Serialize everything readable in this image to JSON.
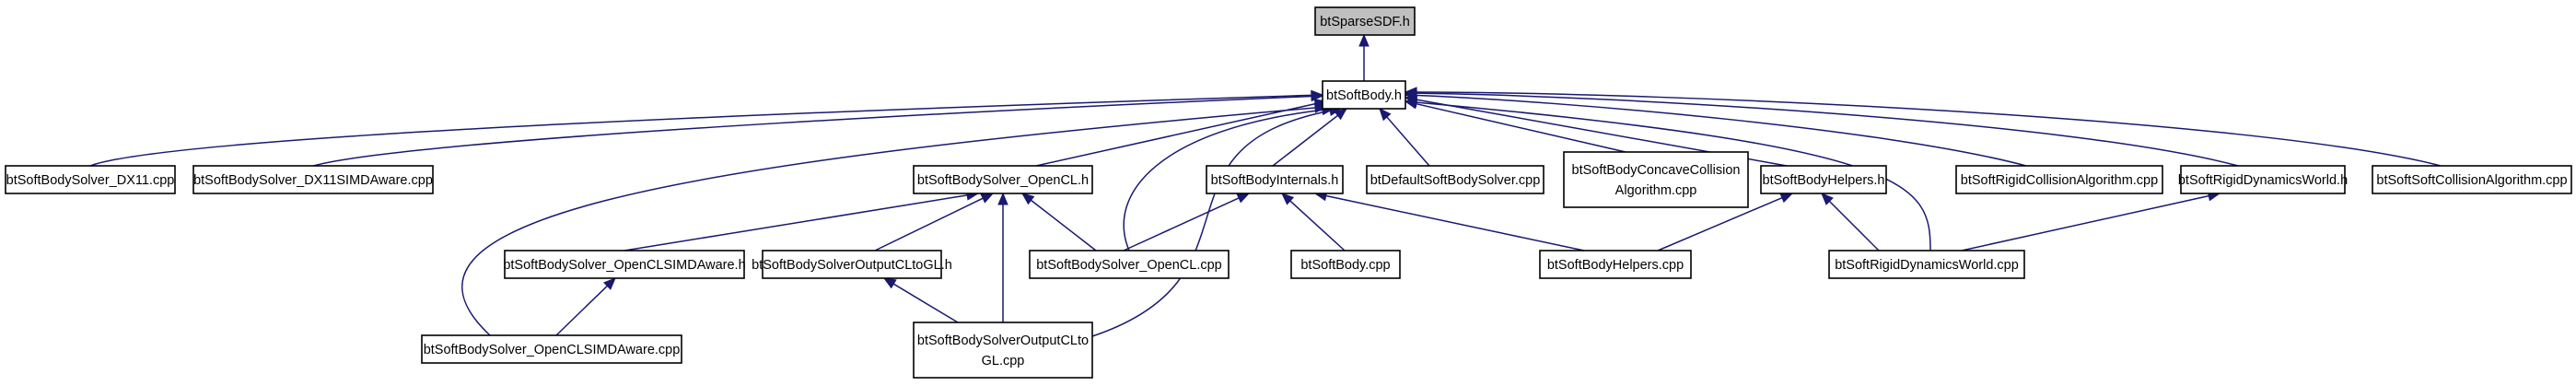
{
  "nodes": {
    "sparsesdf": "btSparseSDF.h",
    "softbody_h": "btSoftBody.h",
    "dx11": "btSoftBodySolver_DX11.cpp",
    "dx11simd": "btSoftBodySolver_DX11SIMDAware.cpp",
    "opencl_h": "btSoftBodySolver_OpenCL.h",
    "internals": "btSoftBodyInternals.h",
    "defaultsolver": "btDefaultSoftBodySolver.cpp",
    "concave": [
      "btSoftBodyConcaveCollision",
      "Algorithm.cpp"
    ],
    "helpers_h": "btSoftBodyHelpers.h",
    "rigidcoll": "btSoftRigidCollisionAlgorithm.cpp",
    "rigidworld_h": "btSoftRigidDynamicsWorld.h",
    "softcoll": "btSoftSoftCollisionAlgorithm.cpp",
    "openclsimd_h": "btSoftBodySolver_OpenCLSIMDAware.h",
    "outputgl_h": "btSoftBodySolverOutputCLtoGL.h",
    "opencl_cpp": "btSoftBodySolver_OpenCL.cpp",
    "softbody_cpp": "btSoftBody.cpp",
    "helpers_cpp": "btSoftBodyHelpers.cpp",
    "rigidworld_cpp": "btSoftRigidDynamicsWorld.cpp",
    "openclsimd_cpp": "btSoftBodySolver_OpenCLSIMDAware.cpp",
    "outputgl_cpp": [
      "btSoftBodySolverOutputCLto",
      "GL.cpp"
    ]
  },
  "edges": [
    {
      "from": "softbody_h",
      "to": "sparsesdf"
    },
    {
      "from": "dx11",
      "to": "softbody_h"
    },
    {
      "from": "dx11simd",
      "to": "softbody_h"
    },
    {
      "from": "opencl_h",
      "to": "softbody_h"
    },
    {
      "from": "internals",
      "to": "softbody_h"
    },
    {
      "from": "defaultsolver",
      "to": "softbody_h"
    },
    {
      "from": "concave",
      "to": "softbody_h"
    },
    {
      "from": "helpers_h",
      "to": "softbody_h"
    },
    {
      "from": "rigidcoll",
      "to": "softbody_h"
    },
    {
      "from": "rigidworld_h",
      "to": "softbody_h"
    },
    {
      "from": "softcoll",
      "to": "softbody_h"
    },
    {
      "from": "opencl_cpp",
      "to": "softbody_h"
    },
    {
      "from": "rigidworld_cpp",
      "to": "softbody_h"
    },
    {
      "from": "openclsimd_cpp",
      "to": "softbody_h"
    },
    {
      "from": "outputgl_cpp",
      "to": "softbody_h"
    },
    {
      "from": "openclsimd_h",
      "to": "opencl_h"
    },
    {
      "from": "outputgl_h",
      "to": "opencl_h"
    },
    {
      "from": "opencl_cpp",
      "to": "opencl_h"
    },
    {
      "from": "outputgl_cpp",
      "to": "opencl_h"
    },
    {
      "from": "opencl_cpp",
      "to": "internals"
    },
    {
      "from": "softbody_cpp",
      "to": "internals"
    },
    {
      "from": "helpers_cpp",
      "to": "internals"
    },
    {
      "from": "helpers_cpp",
      "to": "helpers_h"
    },
    {
      "from": "rigidworld_cpp",
      "to": "helpers_h"
    },
    {
      "from": "rigidworld_cpp",
      "to": "rigidworld_h"
    },
    {
      "from": "openclsimd_cpp",
      "to": "openclsimd_h"
    },
    {
      "from": "outputgl_cpp",
      "to": "outputgl_h"
    }
  ]
}
